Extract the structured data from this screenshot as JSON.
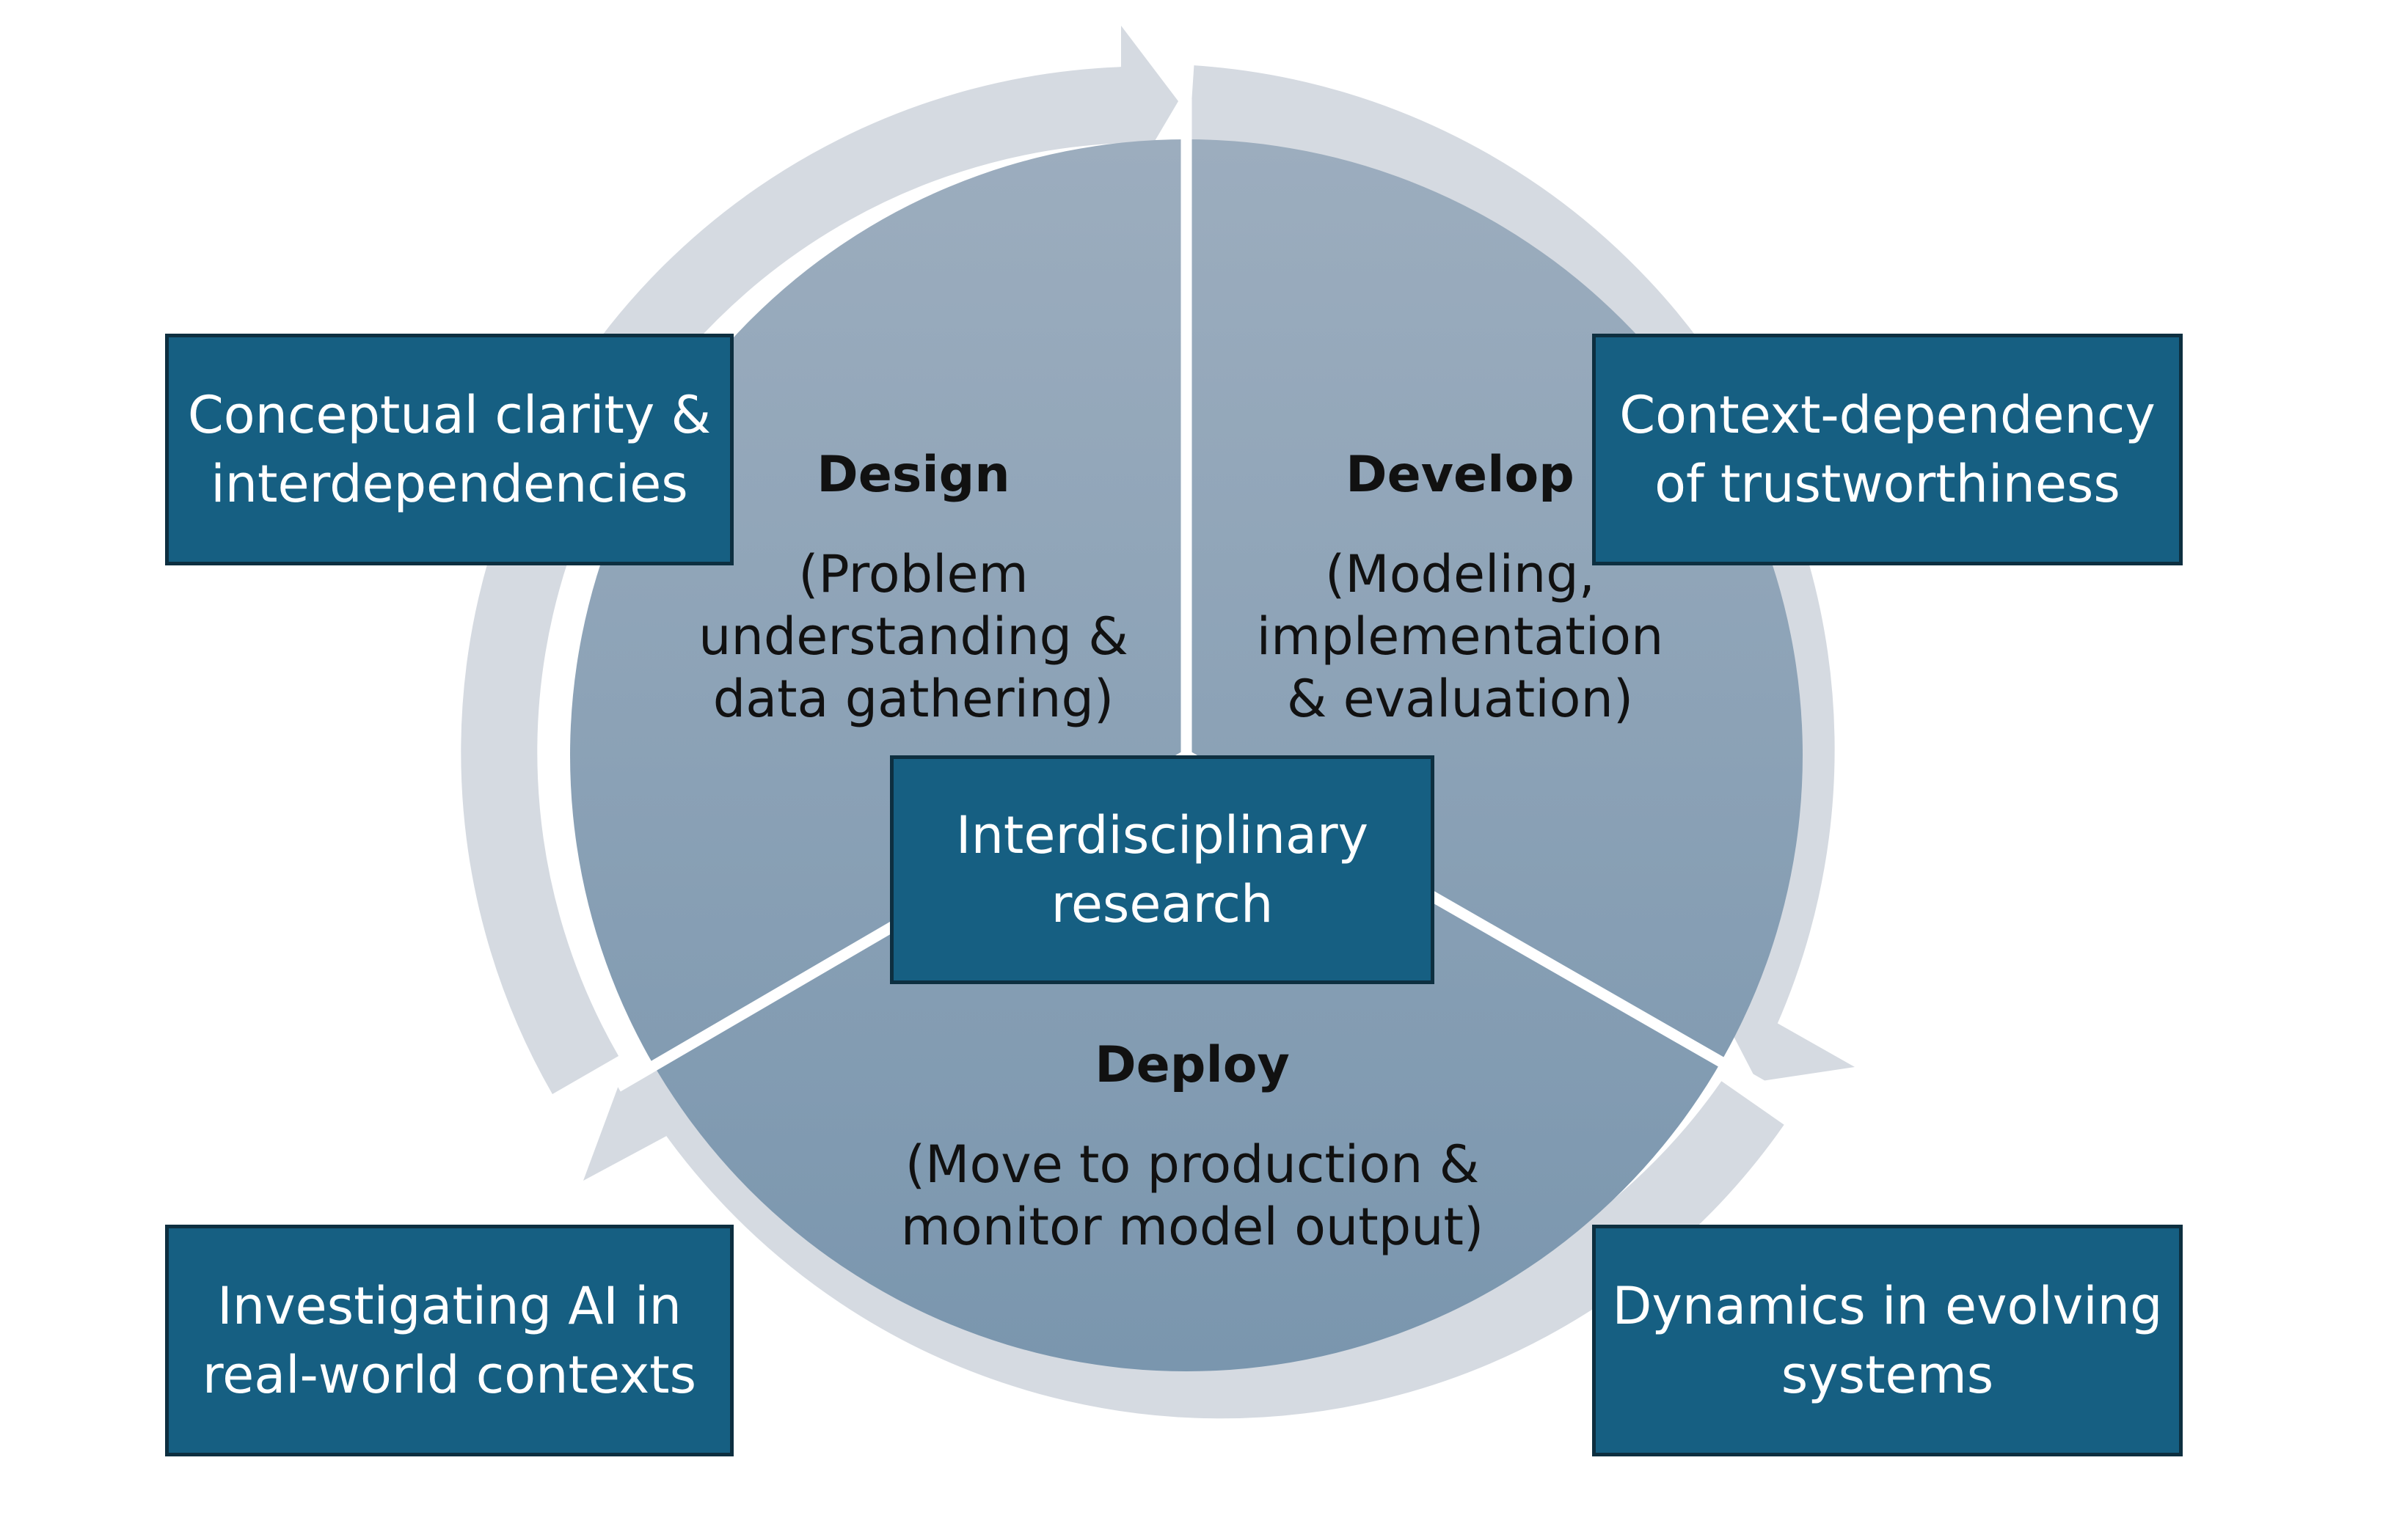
{
  "colors": {
    "ring": "#d5dae1",
    "disc_top": "#9cadbe",
    "disc_bottom": "#7a96ae",
    "box_fill": "#165f82",
    "box_border": "#0d2f40"
  },
  "phases": {
    "design": {
      "title": "Design",
      "description": "(Problem\nunderstanding &\ndata gathering)"
    },
    "develop": {
      "title": "Develop",
      "description": "(Modeling,\nimplementation\n& evaluation)"
    },
    "deploy": {
      "title": "Deploy",
      "description": "(Move to production &\nmonitor model output)"
    }
  },
  "center_box": {
    "label": "Interdisciplinary\nresearch"
  },
  "boxes": {
    "top_left": "Conceptual clarity &\ninterdependencies",
    "top_right": "Context-dependency\nof trustworthiness",
    "bottom_left": "Investigating AI in\nreal-world contexts",
    "bottom_right": "Dynamics in evolving\nsystems"
  }
}
